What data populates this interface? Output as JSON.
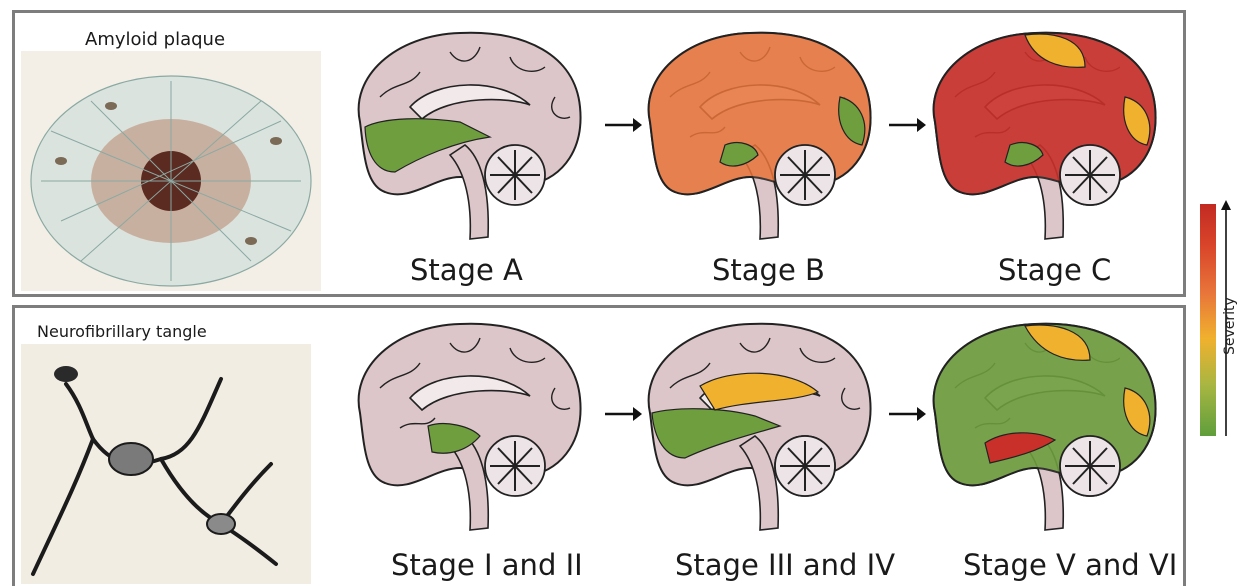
{
  "amyloid_panel": {
    "title": "Amyloid plaque",
    "stages": [
      {
        "label": "Stage A"
      },
      {
        "label": "Stage B"
      },
      {
        "label": "Stage C"
      }
    ]
  },
  "tau_panel": {
    "title": "Neurofibrillary tangle",
    "stages": [
      {
        "label": "Stage I and II"
      },
      {
        "label": "Stage  III and IV"
      },
      {
        "label": "Stage  V and VI"
      }
    ]
  },
  "legend": {
    "label": "Severity",
    "colors": [
      "#c22a22",
      "#e8743a",
      "#f0b12e",
      "#5f9e3c"
    ]
  },
  "colors": {
    "base_brain": "#ddc6ca",
    "healthy_green": "#6e9e3e",
    "mild_orange": "#e8743a",
    "moderate_yellow": "#f0b12e",
    "severe_red": "#c9302a",
    "panel_border": "#7d7d7d"
  }
}
